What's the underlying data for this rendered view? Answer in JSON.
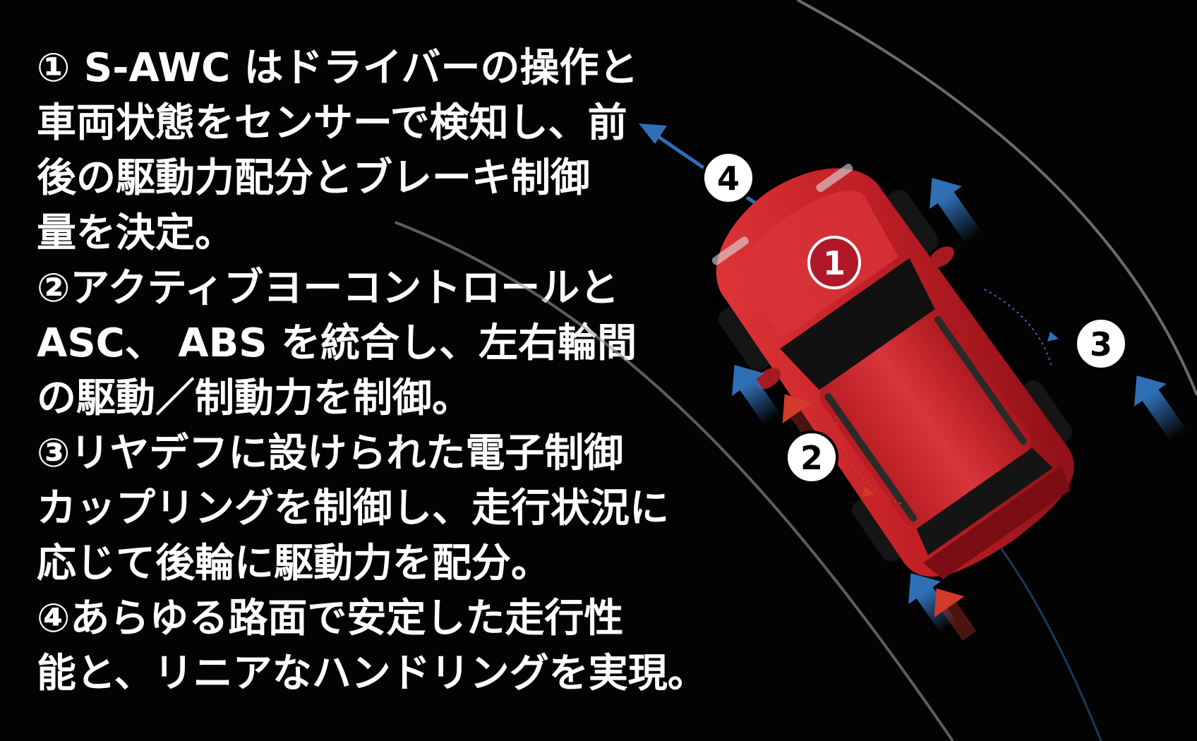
{
  "description_lines": [
    "① S-AWC はドライバーの操作と",
    "車両状態をセンサーで検知し、前",
    "後の駆動力配分とブレーキ制御",
    "量を決定。",
    "②アクティブヨーコントロールと",
    "ASC、 ABS を統合し、左右輪間",
    "の駆動／制動力を制御。",
    "③リヤデフに設けられた電子制御",
    "カップリングを制御し、走行状況に",
    "応じて後輪に駆動力を配分。",
    "④あらゆる路面で安定した走行性",
    "能と、リニアなハンドリングを実現。"
  ],
  "badges": {
    "b1": "1",
    "b2": "2",
    "b3": "3",
    "b4": "4"
  },
  "colors": {
    "background": "#030303",
    "text": "#ffffff",
    "car_body": "#c8242a",
    "badge1_fill": "#b0182a",
    "arrow_blue": "#2f6fb6",
    "arrow_red": "#d23a2a",
    "road_line": "#9a9a9a"
  },
  "icons": [
    "car-top-view",
    "direction-arrow",
    "torque-arrow-blue",
    "brake-arrow-red"
  ]
}
